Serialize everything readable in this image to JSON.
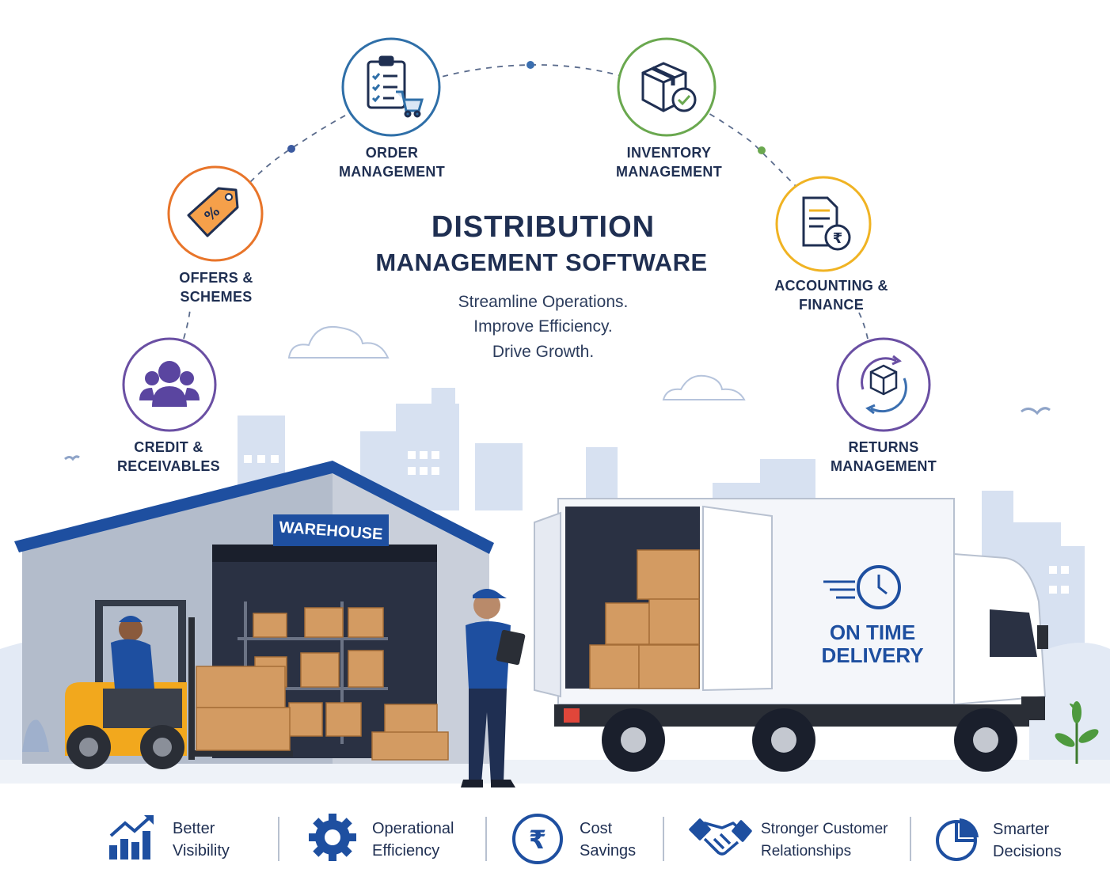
{
  "title": {
    "line1": "DISTRIBUTION",
    "line2": "MANAGEMENT SOFTWARE"
  },
  "taglines": [
    "Streamline Operations.",
    "Improve Efficiency.",
    "Drive Growth."
  ],
  "features": [
    {
      "id": "order",
      "icon": "clipboard-cart-icon",
      "line1": "ORDER",
      "line2": "MANAGEMENT",
      "color": "#2f6fa8"
    },
    {
      "id": "inventory",
      "icon": "box-check-icon",
      "line1": "INVENTORY",
      "line2": "MANAGEMENT",
      "color": "#6aa84f"
    },
    {
      "id": "offers",
      "icon": "price-tag-icon",
      "line1": "OFFERS &",
      "line2": "SCHEMES",
      "color": "#e8752a"
    },
    {
      "id": "accounting",
      "icon": "invoice-rupee-icon",
      "line1": "ACCOUNTING &",
      "line2": "FINANCE",
      "color": "#f0b323"
    },
    {
      "id": "credit",
      "icon": "people-group-icon",
      "line1": "CREDIT &",
      "line2": "RECEIVABLES",
      "color": "#6a4fa3"
    },
    {
      "id": "returns",
      "icon": "return-cycle-icon",
      "line1": "RETURNS",
      "line2": "MANAGEMENT",
      "color": "#6a4fa3"
    }
  ],
  "scene": {
    "warehouse_sign": "WAREHOUSE",
    "truck_line1": "ON TIME",
    "truck_line2": "DELIVERY"
  },
  "benefits": [
    {
      "icon": "bar-chart-growth-icon",
      "line1": "Better",
      "line2": "Visibility"
    },
    {
      "icon": "gear-icon",
      "line1": "Operational",
      "line2": "Efficiency"
    },
    {
      "icon": "rupee-coin-icon",
      "line1": "Cost",
      "line2": "Savings"
    },
    {
      "icon": "handshake-icon",
      "line1": "Stronger Customer",
      "line2": "Relationships"
    },
    {
      "icon": "pie-chart-icon",
      "line1": "Smarter",
      "line2": "Decisions"
    }
  ],
  "colors": {
    "navy": "#1f2f52",
    "brand_blue": "#1e4fa0",
    "box_brown": "#d39b62",
    "forklift_yellow": "#f2a81d",
    "city_blue": "#c5d3ea"
  }
}
